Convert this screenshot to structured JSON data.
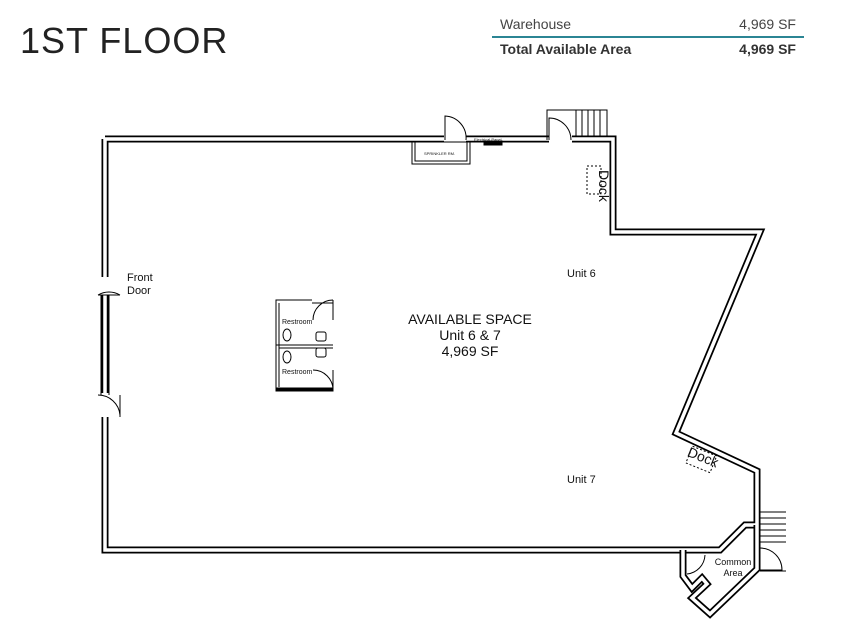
{
  "title": "1ST FLOOR",
  "summary": {
    "rows": [
      {
        "label": "Warehouse",
        "value": "4,969 SF"
      },
      {
        "label": "Total Available Area",
        "value": "4,969 SF"
      }
    ],
    "accent_color": "#2b8594"
  },
  "plan": {
    "space_title": "AVAILABLE SPACE",
    "space_units": "Unit 6 & 7",
    "space_area": "4,969 SF",
    "unit_6": "Unit 6",
    "unit_7": "Unit 7",
    "front_door": "Front Door",
    "restroom_1": "Restroom",
    "restroom_2": "Restroom",
    "dock_1": "Dock",
    "dock_2": "Dock",
    "common_area": "Common Area",
    "sprinkler_room": "SPRINKLER RM.",
    "electrical_panel": "Electrical Panel"
  }
}
